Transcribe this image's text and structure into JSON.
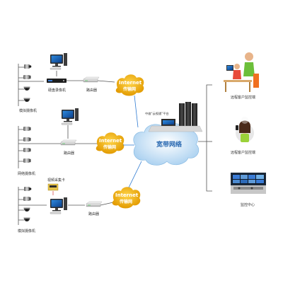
{
  "sites": [
    {
      "recorder_label": "硬盘录像机",
      "router_label": "路由器",
      "camera_label": "模拟摄像机",
      "internet_line1": "Internet",
      "internet_line2": "传输网"
    },
    {
      "router_label": "路由器",
      "camera_label": "网络摄像机",
      "internet_line1": "Internet",
      "internet_line2": "传输网"
    },
    {
      "capture_label": "视频采集卡",
      "router_label": "路由器",
      "camera_label": "模拟摄像机",
      "internet_line1": "Internet",
      "internet_line2": "传输网"
    }
  ],
  "central": {
    "cloud_label": "宽带网络",
    "platform_label": "中维“云视通”平台"
  },
  "clients": [
    {
      "label": "远程客户监控端"
    },
    {
      "label": "远程客户监控端"
    },
    {
      "label": "监控中心"
    }
  ],
  "colors": {
    "cloud": "#cfe6f8",
    "internet_cloud": "#f0b90e",
    "link_blue": "#2e7ad1",
    "label_red": "#cc1111"
  }
}
